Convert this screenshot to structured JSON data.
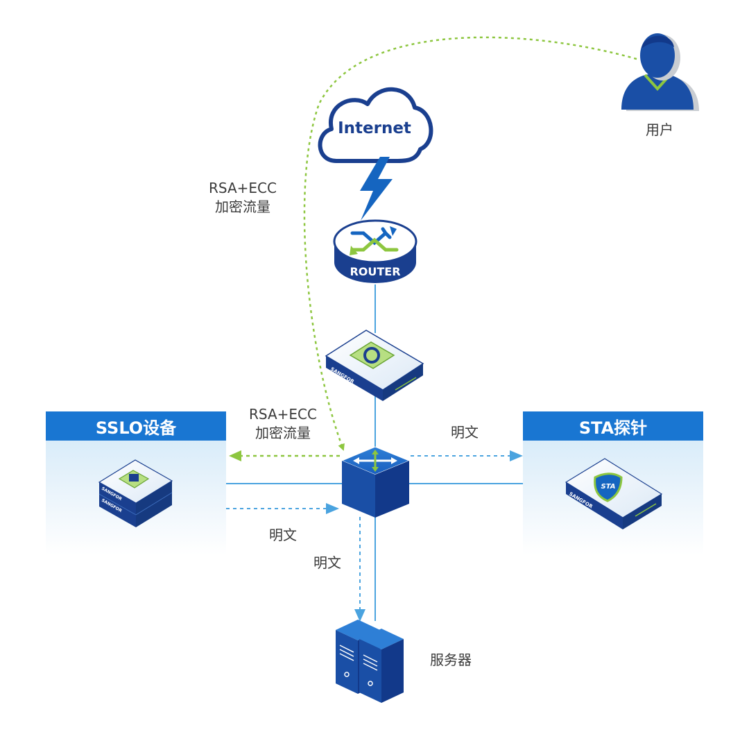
{
  "nodes": {
    "user": "用户",
    "internet": "Internet",
    "router": "ROUTER",
    "firewall_brand": "SANGFOR",
    "sslo_brand": "SANGFOR",
    "sta_brand": "SANGFOR",
    "sta_badge": "STA",
    "server": "服务器"
  },
  "panels": {
    "sslo": "SSLO设备",
    "sta": "STA探针"
  },
  "edge_labels": {
    "encrypted_top": [
      "RSA+ECC",
      "加密流量"
    ],
    "encrypted_mid": [
      "RSA+ECC",
      "加密流量"
    ],
    "plain_sta": "明文",
    "plain_sslo": "明文",
    "plain_server": "明文"
  },
  "colors": {
    "primary_blue": "#1976d2",
    "dark_blue": "#1a3f8f",
    "green": "#8dc63f",
    "line_blue": "#4aa3df",
    "panel_bg": "#e3f1fb"
  }
}
